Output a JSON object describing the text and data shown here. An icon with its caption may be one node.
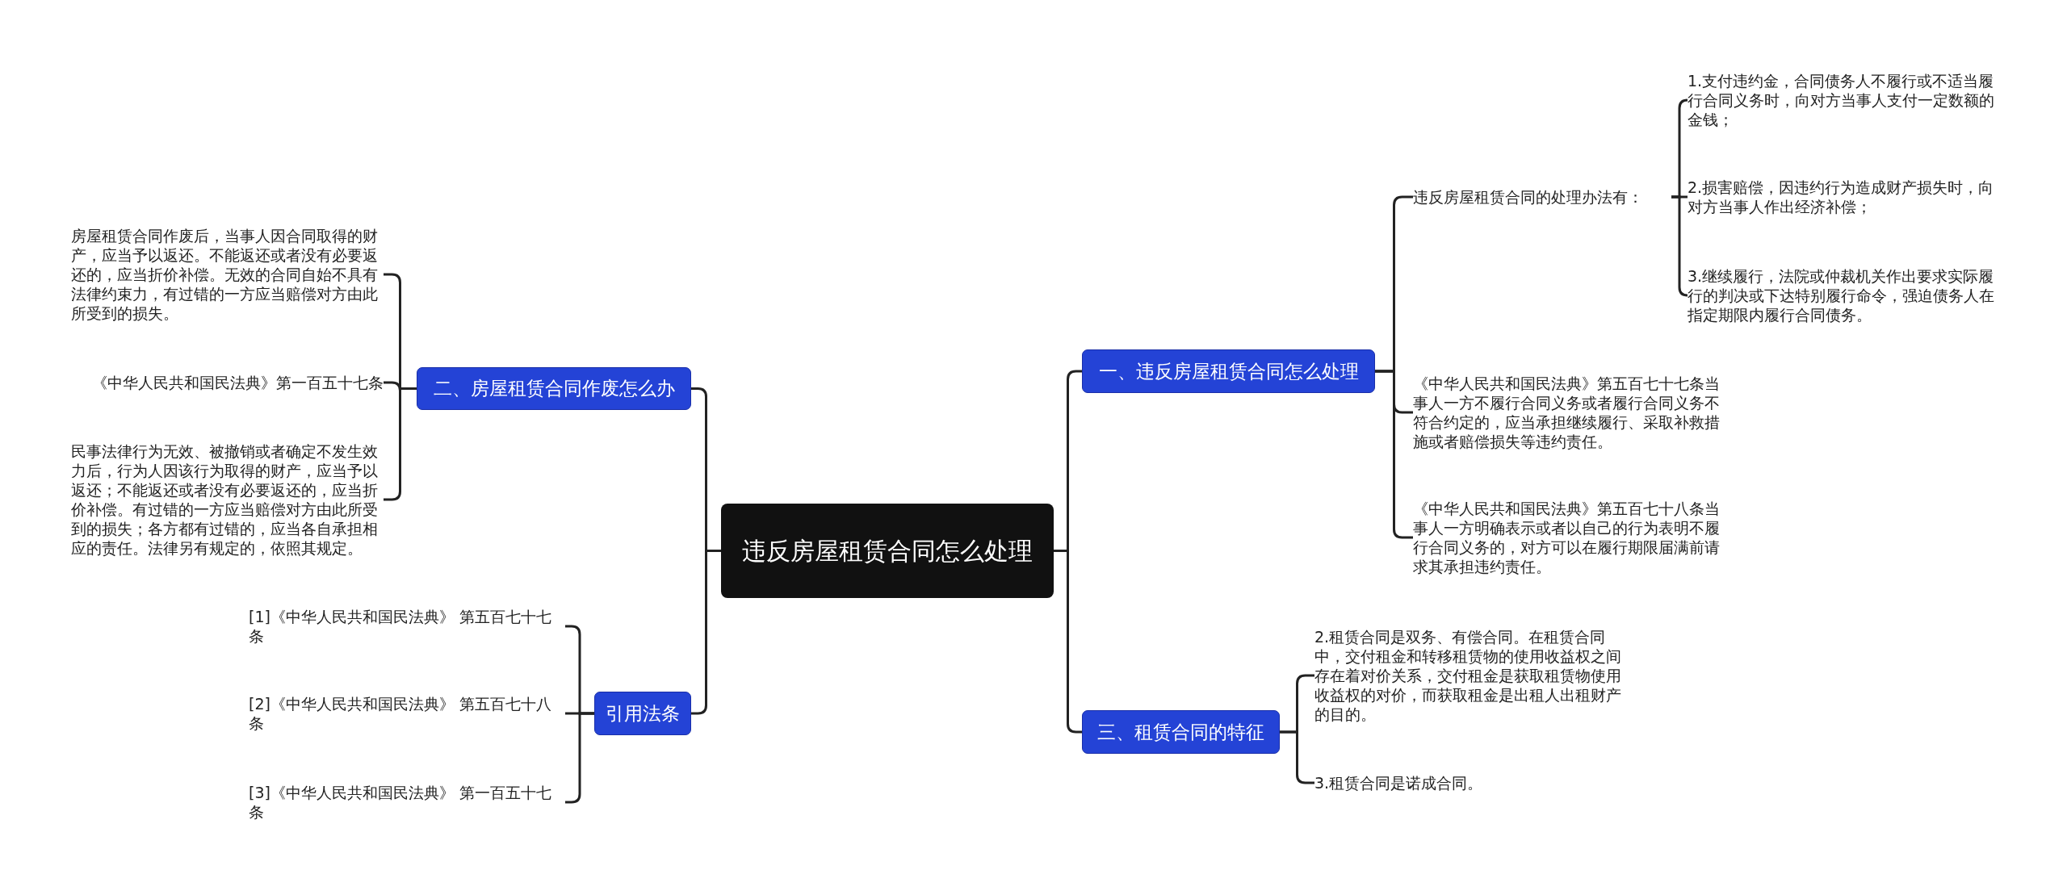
{
  "diagram": {
    "nodes": [
      {
        "text": [
          "违反房屋租赁合同怎么处理"
        ]
      },
      {
        "text": [
          "一、违反房屋租赁合同怎么处理"
        ]
      },
      {
        "text": [
          "违反房屋租赁合同的处理办法有："
        ]
      },
      {
        "text": [
          "1.支付违约金，合同债务人不履行或不适当履行合同义务时，向对方当事人支付一定数额的金钱；"
        ]
      },
      {
        "text": [
          "2.损害赔偿，因违约行为造成财产损失时，向对方当事人作出经济补偿；"
        ]
      },
      {
        "text": [
          "3.继续履行，法院或仲裁机关作出要求实际履行的判决或下达特别履行命令，强迫债务人在指定期限内履行合同债务。"
        ]
      },
      {
        "text": [
          "《中华人民共和国民法典》第五百七十七条当事人一方不履行合同义务或者履行合同义务不符合约定的，应当承担继续履行、采取补救措施或者赔偿损失等违约责任。"
        ]
      },
      {
        "text": [
          "《中华人民共和国民法典》第五百七十八条当事人一方明确表示或者以自己的行为表明不履行合同义务的，对方可以在履行期限届满前请求其承担违约责任。"
        ]
      },
      {
        "text": [
          "三、租赁合同的特征"
        ]
      },
      {
        "text": [
          "2.租赁合同是双务、有偿合同。在租赁合同中，交付租金和转移租赁物的使用收益权之间存在着对价关系，交付租金是获取租赁物使用收益权的对价，而获取租金是出租人出租财产的目的。"
        ]
      },
      {
        "text": [
          "3.租赁合同是诺成合同。"
        ]
      },
      {
        "text": [
          "二、房屋租赁合同作废怎么办"
        ]
      },
      {
        "text": [
          "房屋租赁合同作废后，当事人因合同取得的财产，应当予以返还。不能返还或者没有必要返还的，应当折价补偿。无效的合同自始不具有法律约束力，有过错的一方应当赔偿对方由此所受到的损失。"
        ]
      },
      {
        "text": [
          "《中华人民共和国民法典》第一百五十七条"
        ]
      },
      {
        "text": [
          "民事法律行为无效、被撤销或者确定不发生效力后，行为人因该行为取得的财产，应当予以返还；不能返还或者没有必要返还的，应当折价补偿。有过错的一方应当赔偿对方由此所受到的损失；各方都有过错的，应当各自承担相应的责任。法律另有规定的，依照其规定。"
        ]
      },
      {
        "text": [
          "引用法条"
        ]
      },
      {
        "text": [
          "[1]《中华人民共和国民法典》 第五百七十七条"
        ]
      },
      {
        "text": [
          "[2]《中华人民共和国民法典》 第五百七十八条"
        ]
      },
      {
        "text": [
          "[3]《中华人民共和国民法典》 第一百五十七条"
        ]
      }
    ],
    "edges": [
      {
        "from": 0,
        "to": 1,
        "arrow": "none"
      },
      {
        "from": 1,
        "to": 2,
        "arrow": "none"
      },
      {
        "from": 2,
        "to": 3,
        "arrow": "none"
      },
      {
        "from": 2,
        "to": 4,
        "arrow": "none"
      },
      {
        "from": 2,
        "to": 5,
        "arrow": "none"
      },
      {
        "from": 1,
        "to": 6,
        "arrow": "none"
      },
      {
        "from": 1,
        "to": 7,
        "arrow": "none"
      },
      {
        "from": 0,
        "to": 8,
        "arrow": "none"
      },
      {
        "from": 8,
        "to": 9,
        "arrow": "none"
      },
      {
        "from": 8,
        "to": 10,
        "arrow": "none"
      },
      {
        "from": 0,
        "to": 11,
        "arrow": "none"
      },
      {
        "from": 11,
        "to": 12,
        "arrow": "none"
      },
      {
        "from": 11,
        "to": 13,
        "arrow": "none"
      },
      {
        "from": 11,
        "to": 14,
        "arrow": "none"
      },
      {
        "from": 0,
        "to": 15,
        "arrow": "none"
      },
      {
        "from": 15,
        "to": 16,
        "arrow": "none"
      },
      {
        "from": 15,
        "to": 17,
        "arrow": "none"
      },
      {
        "from": 15,
        "to": 18,
        "arrow": "none"
      }
    ]
  }
}
